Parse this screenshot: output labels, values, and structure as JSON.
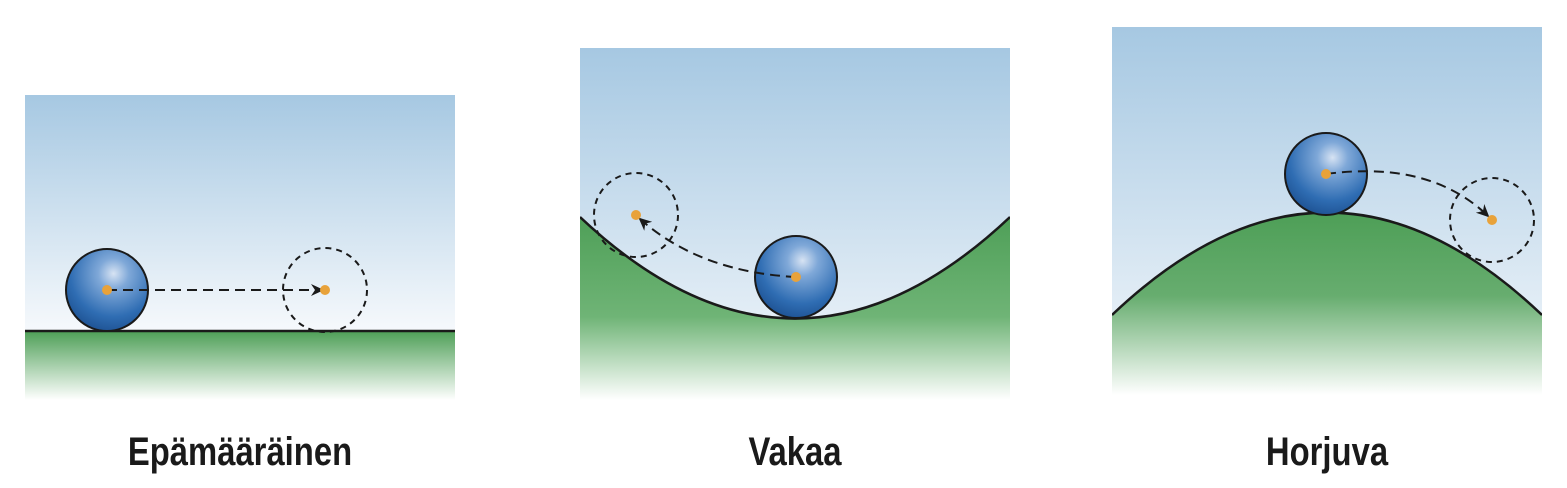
{
  "panels": [
    {
      "id": "neutral",
      "label": "Epämääräinen",
      "surface": "flat"
    },
    {
      "id": "stable",
      "label": "Vakaa",
      "surface": "concave"
    },
    {
      "id": "unstable",
      "label": "Horjuva",
      "surface": "convex"
    }
  ],
  "colors": {
    "sky_top": "#a6c8e2",
    "sky_bottom": "#f4f8fb",
    "ground": "#4e9f57",
    "ball_center": "#7fa8d8",
    "ball_edge": "#1c4f8f",
    "dot": "#e8a23a",
    "outline": "#1a1a1a"
  }
}
